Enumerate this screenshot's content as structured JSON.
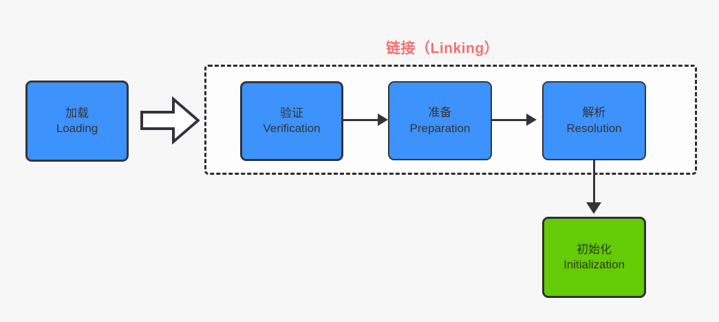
{
  "diagram": {
    "title": "链接（Linking）",
    "background_color": "#f7f7f7",
    "group": {
      "label": "链接（Linking）",
      "label_color": "#f4706e",
      "border_style": "dashed",
      "border_color": "#2b2b2b"
    },
    "nodes": [
      {
        "id": "loading",
        "cn": "加载",
        "en": "Loading",
        "fill": "#3d92fc",
        "border": "#33343a",
        "in_group": false
      },
      {
        "id": "verification",
        "cn": "验证",
        "en": "Verification",
        "fill": "#3d92fc",
        "border": "#33343a",
        "in_group": true
      },
      {
        "id": "preparation",
        "cn": "准备",
        "en": "Preparation",
        "fill": "#3d92fc",
        "border": "#33343a",
        "in_group": true
      },
      {
        "id": "resolution",
        "cn": "解析",
        "en": "Resolution",
        "fill": "#3d92fc",
        "border": "#33343a",
        "in_group": true
      },
      {
        "id": "initialization",
        "cn": "初始化",
        "en": "Initialization",
        "fill": "#63cc04",
        "border": "#2e2f33",
        "in_group": false
      }
    ],
    "edges": [
      {
        "id": "loading-to-linking",
        "from": "loading",
        "to": "linking-group",
        "style": "hollow-block-arrow",
        "direction": "right"
      },
      {
        "id": "verification-to-preparation",
        "from": "verification",
        "to": "preparation",
        "style": "solid-arrow",
        "direction": "right"
      },
      {
        "id": "preparation-to-resolution",
        "from": "preparation",
        "to": "resolution",
        "style": "solid-arrow",
        "direction": "right"
      },
      {
        "id": "resolution-to-initialization",
        "from": "resolution",
        "to": "initialization",
        "style": "solid-arrow",
        "direction": "down"
      }
    ]
  }
}
